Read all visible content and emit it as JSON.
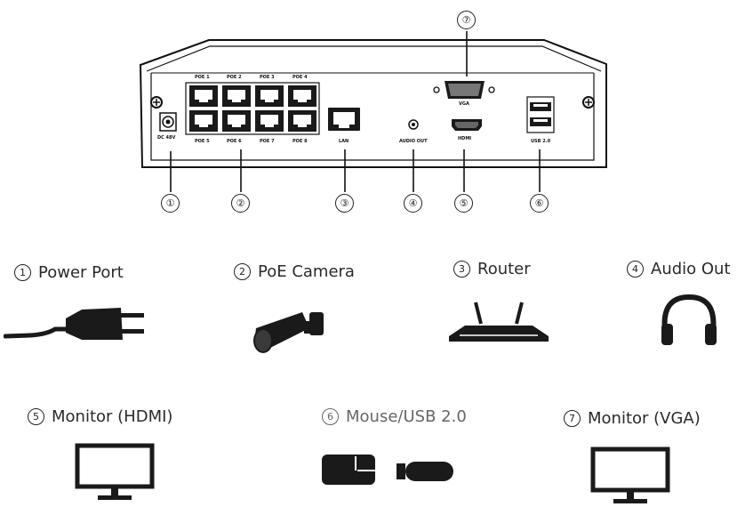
{
  "device": {
    "poe_top": [
      "POE 1",
      "POE 2",
      "POE 3",
      "POE 4"
    ],
    "poe_bottom": [
      "POE 5",
      "POE 6",
      "POE 7",
      "POE 8"
    ],
    "dc_label": "DC 48V",
    "lan_label": "LAN",
    "audio_label": "AUDIO OUT",
    "hdmi_label": "HDMI",
    "usb_label": "USB 2.0",
    "vga_label": "VGA"
  },
  "callouts": [
    "①",
    "②",
    "③",
    "④",
    "⑤",
    "⑥",
    "⑦"
  ],
  "legend": {
    "power": {
      "num": "1",
      "text": "Power Port"
    },
    "poe": {
      "num": "2",
      "text": "PoE Camera"
    },
    "router": {
      "num": "3",
      "text": "Router"
    },
    "audio": {
      "num": "4",
      "text": "Audio Out"
    },
    "hdmi": {
      "num": "5",
      "text": "Monitor (HDMI)"
    },
    "usb": {
      "num": "6",
      "text": "Mouse/USB 2.0"
    },
    "vga": {
      "num": "7",
      "text": "Monitor (VGA)"
    }
  }
}
